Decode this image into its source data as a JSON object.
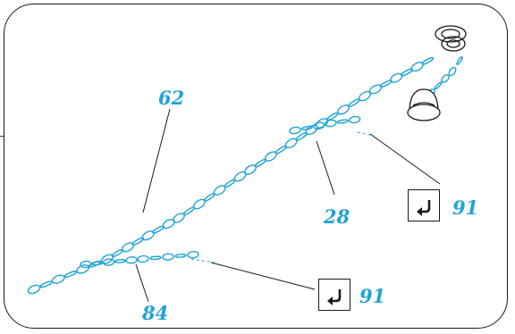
{
  "callouts": {
    "c62": "62",
    "c28": "28",
    "c84": "84",
    "c91_upper": "91",
    "c91_lower": "91"
  },
  "colors": {
    "chain": "#1fa3d8",
    "callout_text": "#1fa3d8",
    "outline": "#1a1a1a"
  },
  "icons": {
    "return_arrow": "return-arrow-icon"
  }
}
